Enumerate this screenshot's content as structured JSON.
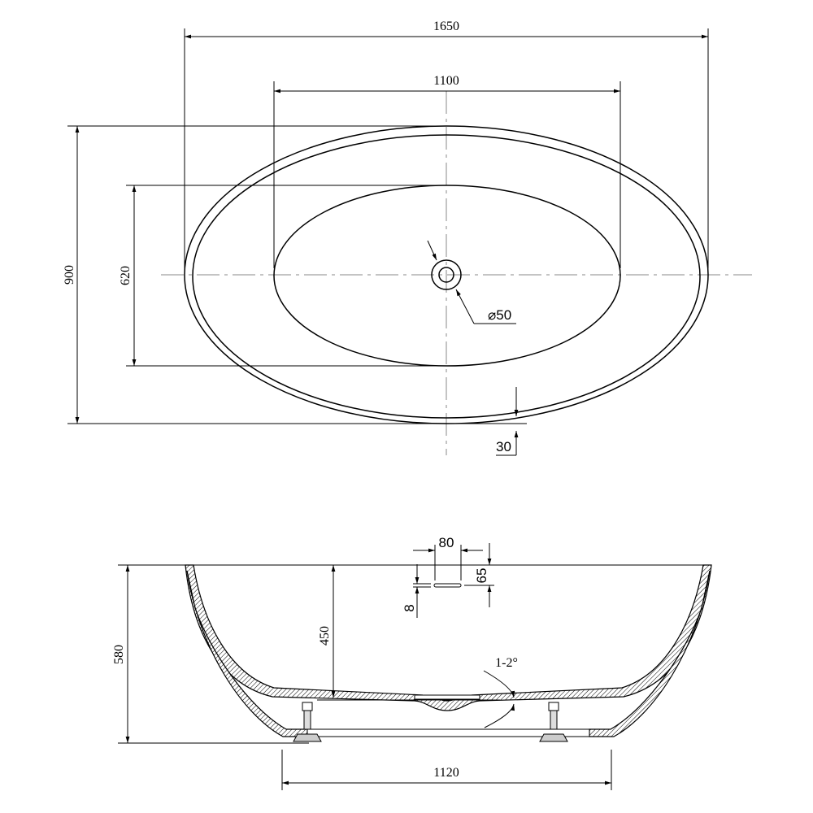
{
  "colors": {
    "line": "#000000",
    "centerline": "#888888",
    "hatch": "#000000"
  },
  "top_view": {
    "length_label": "1650",
    "inner_length_label": "1100",
    "width_label": "900",
    "inner_width_label": "620",
    "drain_label": "⌀50",
    "rim_label": "30"
  },
  "side_view": {
    "overflow_width_label": "80",
    "overflow_height_label": "65",
    "overflow_slot_label": "8",
    "depth_label": "450",
    "height_label": "580",
    "slope_label": "1-2°",
    "base_length_label": "1120"
  }
}
